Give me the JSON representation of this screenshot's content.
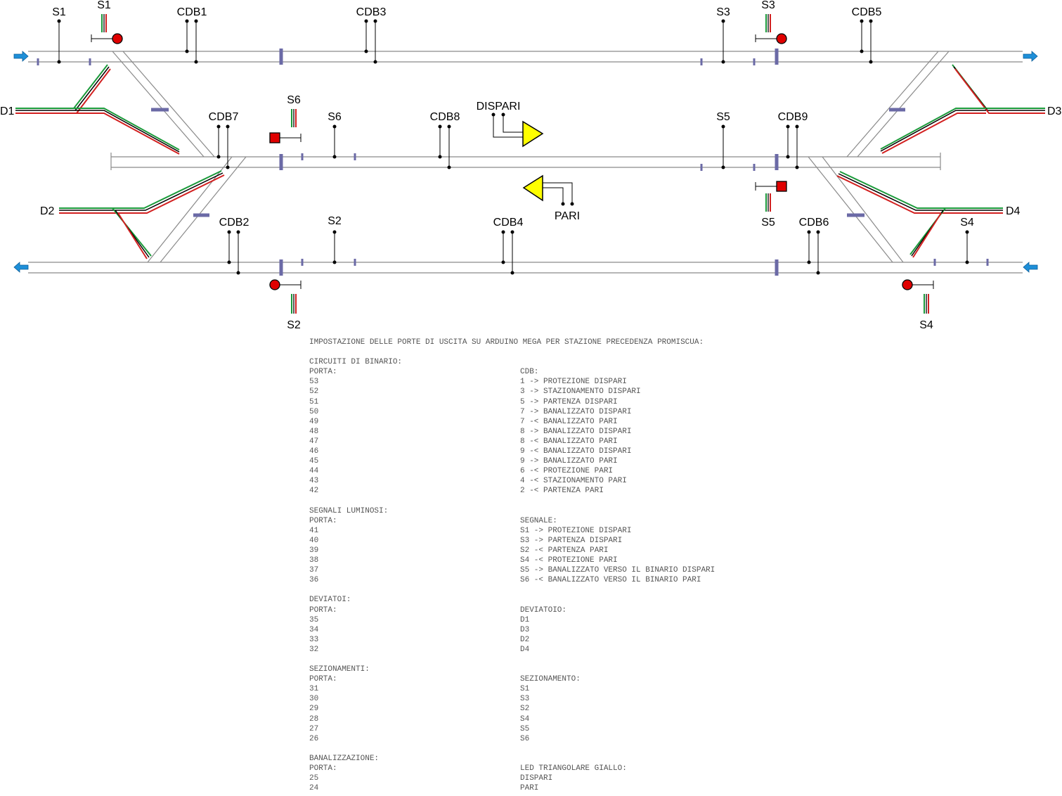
{
  "diagram": {
    "labels": {
      "s1_top": "S1",
      "s1_sig": "S1",
      "cdb1": "CDB1",
      "cdb3": "CDB3",
      "s3_top": "S3",
      "s3_sig": "S3",
      "cdb5": "CDB5",
      "d1": "D1",
      "d3": "D3",
      "d2": "D2",
      "d4": "D4",
      "s6_sig": "S6",
      "s6_mid": "S6",
      "cdb7": "CDB7",
      "cdb8": "CDB8",
      "dispari": "DISPARI",
      "pari": "PARI",
      "s5_mid": "S5",
      "cdb9": "CDB9",
      "s5_sig": "S5",
      "cdb2": "CDB2",
      "s2_mid": "S2",
      "cdb4": "CDB4",
      "cdb6": "CDB6",
      "s4_mid": "S4",
      "s2_sig": "S2",
      "s4_sig": "S4"
    },
    "colors": {
      "track": "#8a8a8a",
      "block": "#6b6aa6",
      "signal": "#e00000",
      "led": "#ffff00",
      "switch_green": "#1a9a3a",
      "switch_red": "#d22020",
      "arrow": "#1e8fd8"
    }
  },
  "doc": {
    "title": "IMPOSTAZIONE DELLE PORTE DI USCITA SU ARDUINO MEGA PER STAZIONE PRECEDENZA PROMISCUA:",
    "sections": [
      {
        "heading": "CIRCUITI DI BINARIO:",
        "col1": "PORTA:",
        "col2": "CDB:",
        "rows": [
          [
            "53",
            "1 -> PROTEZIONE DISPARI"
          ],
          [
            "52",
            "3 -> STAZIONAMENTO DISPARI"
          ],
          [
            "51",
            "5 -> PARTENZA DISPARI"
          ],
          [
            "50",
            "7 -> BANALIZZATO DISPARI"
          ],
          [
            "49",
            "7 -< BANALIZZATO PARI"
          ],
          [
            "48",
            "8 -> BANALIZZATO DISPARI"
          ],
          [
            "47",
            "8 -< BANALIZZATO PARI"
          ],
          [
            "46",
            "9 -< BANALIZZATO DISPARI"
          ],
          [
            "45",
            "9 -> BANALIZZATO PARI"
          ],
          [
            "44",
            "6 -< PROTEZIONE PARI"
          ],
          [
            "43",
            "4 -< STAZIONAMENTO PARI"
          ],
          [
            "42",
            "2 -< PARTENZA PARI"
          ]
        ]
      },
      {
        "heading": "SEGNALI LUMINOSI:",
        "col1": "PORTA:",
        "col2": "SEGNALE:",
        "rows": [
          [
            "41",
            "S1 -> PROTEZIONE DISPARI"
          ],
          [
            "40",
            "S3 -> PARTENZA DISPARI"
          ],
          [
            "39",
            "S2 -< PARTENZA PARI"
          ],
          [
            "38",
            "S4 -< PROTEZIONE PARI"
          ],
          [
            "37",
            "S5 -> BANALIZZATO VERSO IL BINARIO DISPARI"
          ],
          [
            "36",
            "S6 -< BANALIZZATO VERSO IL BINARIO PARI"
          ]
        ]
      },
      {
        "heading": "DEVIATOI:",
        "col1": "PORTA:",
        "col2": "DEVIATOIO:",
        "rows": [
          [
            "35",
            "D1"
          ],
          [
            "34",
            "D3"
          ],
          [
            "33",
            "D2"
          ],
          [
            "32",
            "D4"
          ]
        ]
      },
      {
        "heading": "SEZIONAMENTI:",
        "col1": "PORTA:",
        "col2": "SEZIONAMENTO:",
        "rows": [
          [
            "31",
            "S1"
          ],
          [
            "30",
            "S3"
          ],
          [
            "29",
            "S2"
          ],
          [
            "28",
            "S4"
          ],
          [
            "27",
            "S5"
          ],
          [
            "26",
            "S6"
          ]
        ]
      },
      {
        "heading": "BANALIZZAZIONE:",
        "col1": "PORTA:",
        "col2": "LED TRIANGOLARE GIALLO:",
        "rows": [
          [
            "25",
            "DISPARI"
          ],
          [
            "24",
            "PARI"
          ]
        ]
      }
    ]
  }
}
